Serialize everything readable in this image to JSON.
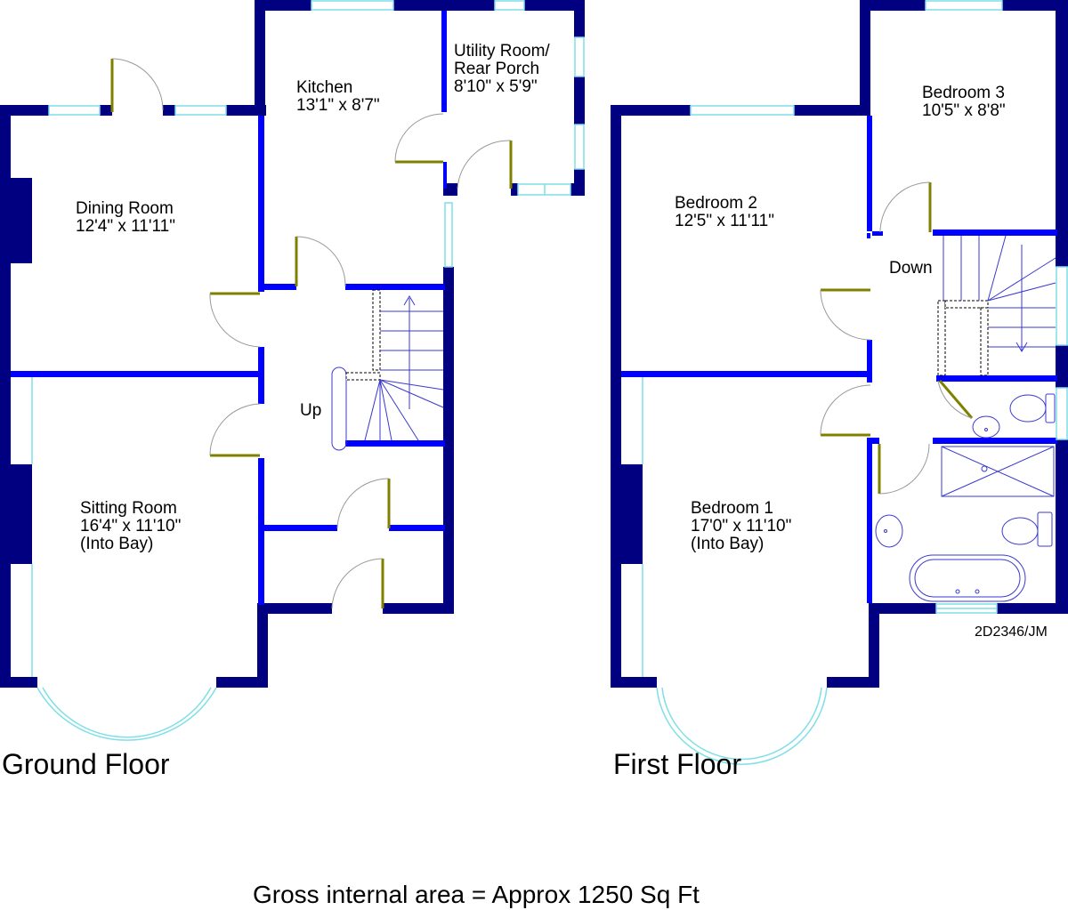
{
  "ground_floor": {
    "title": "Ground Floor",
    "rooms": {
      "kitchen": {
        "name": "Kitchen",
        "size": "13'1\" x 8'7\""
      },
      "utility": {
        "name": "Utility Room/",
        "name2": "Rear Porch",
        "size": "8'10\" x 5'9\""
      },
      "dining": {
        "name": "Dining Room",
        "size": "12'4\" x 11'11\""
      },
      "sitting": {
        "name": "Sitting Room",
        "size": "16'4\" x 11'10\"",
        "note": "(Into Bay)"
      }
    },
    "stairs_label": "Up"
  },
  "first_floor": {
    "title": "First Floor",
    "rooms": {
      "bedroom3": {
        "name": "Bedroom 3",
        "size": "10'5\" x 8'8\""
      },
      "bedroom2": {
        "name": "Bedroom 2",
        "size": "12'5\" x 11'11\""
      },
      "bedroom1": {
        "name": "Bedroom 1",
        "size": "17'0\" x 11'10\"",
        "note": "(Into Bay)"
      }
    },
    "stairs_label": "Down"
  },
  "reference": "2D2346/JM",
  "footer": "Gross internal area = Approx 1250 Sq Ft",
  "colors": {
    "outer_wall": "#000080",
    "inner_wall": "#0000ff",
    "door": "#808000",
    "window": "#7fdfe6",
    "fixture": "#3a3ad0"
  }
}
